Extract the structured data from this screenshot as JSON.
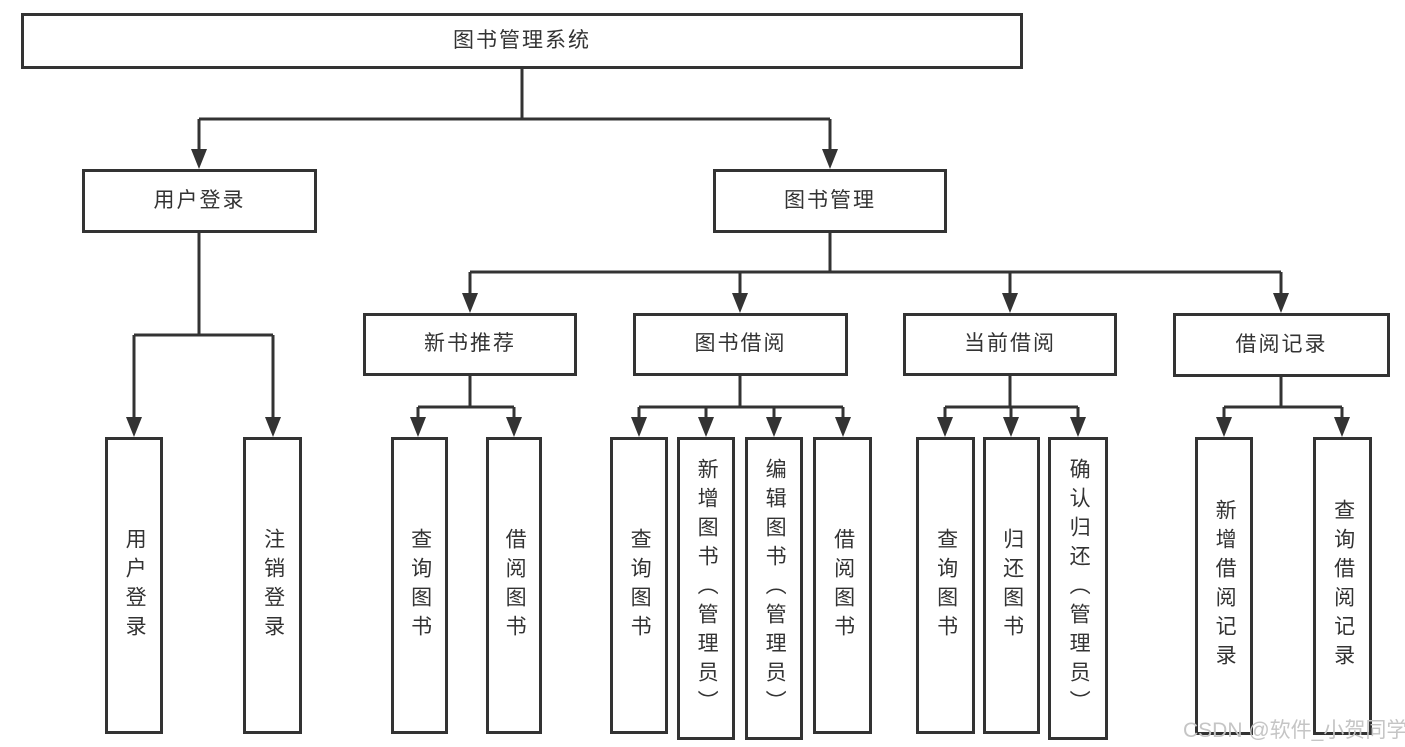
{
  "diagram": {
    "watermark": "CSDN @软件_小贺同学",
    "colors": {
      "line": "#333333",
      "text": "#333333",
      "background": "#ffffff",
      "watermark": "#c5c5c5"
    },
    "tree": {
      "label": "图书管理系统",
      "children": [
        {
          "label": "用户登录",
          "children": [
            {
              "label": "用户登录"
            },
            {
              "label": "注销登录"
            }
          ]
        },
        {
          "label": "图书管理",
          "children": [
            {
              "label": "新书推荐",
              "children": [
                {
                  "label": "查询图书"
                },
                {
                  "label": "借阅图书"
                }
              ]
            },
            {
              "label": "图书借阅",
              "children": [
                {
                  "label": "查询图书"
                },
                {
                  "label": "新增图书（管理员）"
                },
                {
                  "label": "编辑图书（管理员）"
                },
                {
                  "label": "借阅图书"
                }
              ]
            },
            {
              "label": "当前借阅",
              "children": [
                {
                  "label": "查询图书"
                },
                {
                  "label": "归还图书"
                },
                {
                  "label": "确认归还（管理员）"
                }
              ]
            },
            {
              "label": "借阅记录",
              "children": [
                {
                  "label": "新增借阅记录"
                },
                {
                  "label": "查询借阅记录"
                }
              ]
            }
          ]
        }
      ]
    }
  }
}
